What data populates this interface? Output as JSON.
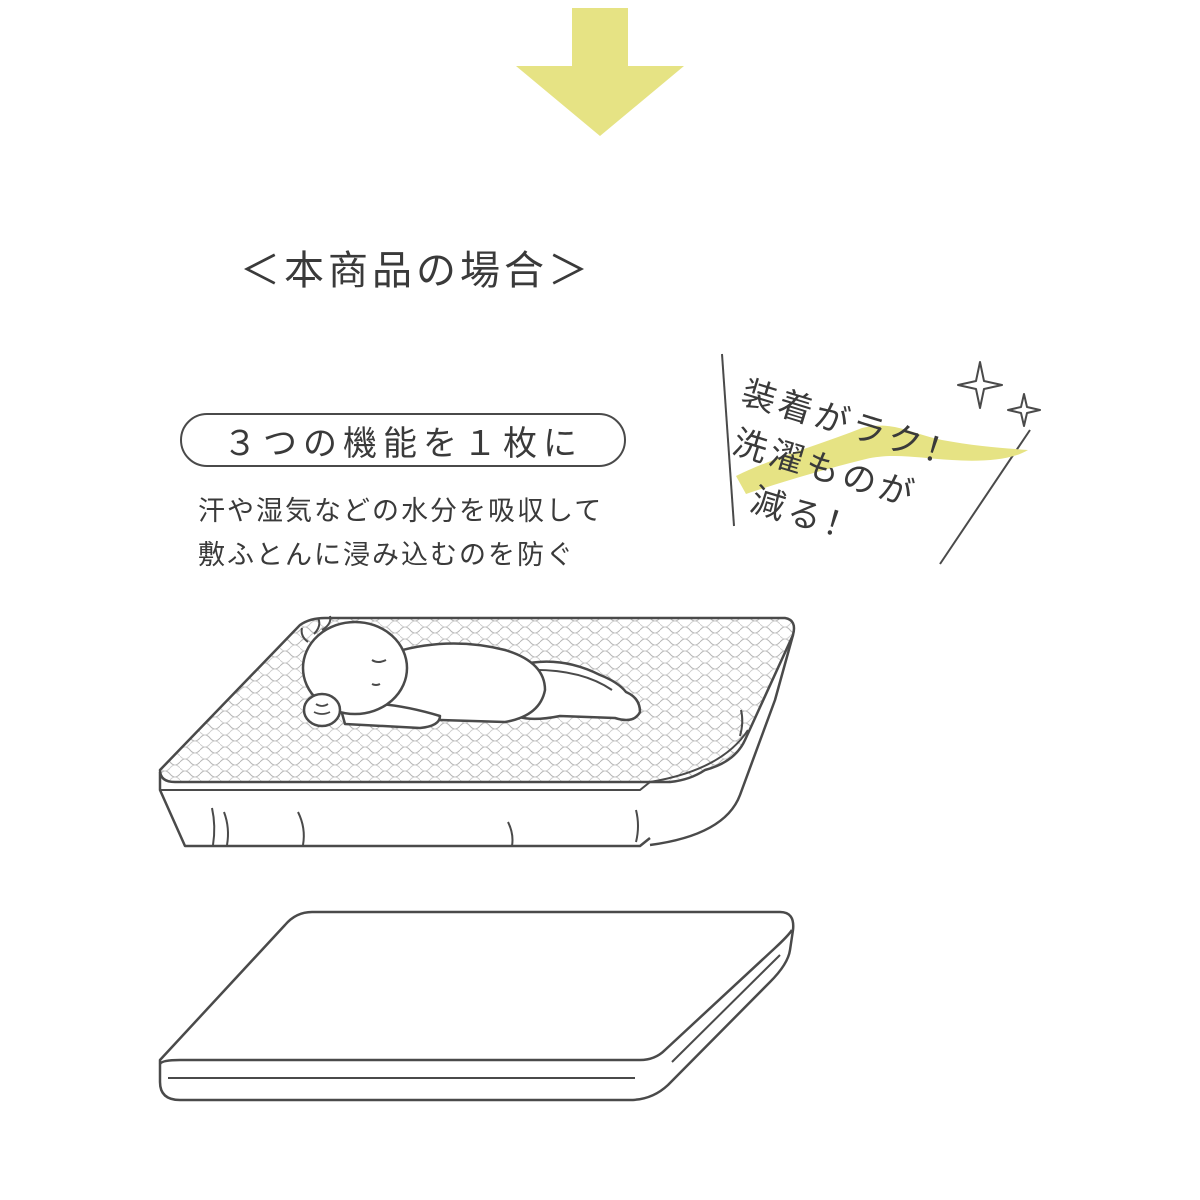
{
  "colors": {
    "accent": "#e6e384",
    "line": "#4a4a4a",
    "text": "#3a3a3a"
  },
  "arrow": {
    "icon": "down-arrow-icon"
  },
  "heading": "＜本商品の場合＞",
  "badge": "３つの機能を１枚に",
  "description": {
    "line1": "汗や湿気などの水分を吸収して",
    "line2": "敷ふとんに浸み込むのを防ぐ"
  },
  "callout": {
    "line1": "装着がラク！",
    "line2": "洗濯ものが",
    "line3": "減る！",
    "icon": "sparkle-icon"
  },
  "illustrations": {
    "pad": "baby-on-mattress-pad-icon",
    "futon": "futon-mattress-icon"
  }
}
